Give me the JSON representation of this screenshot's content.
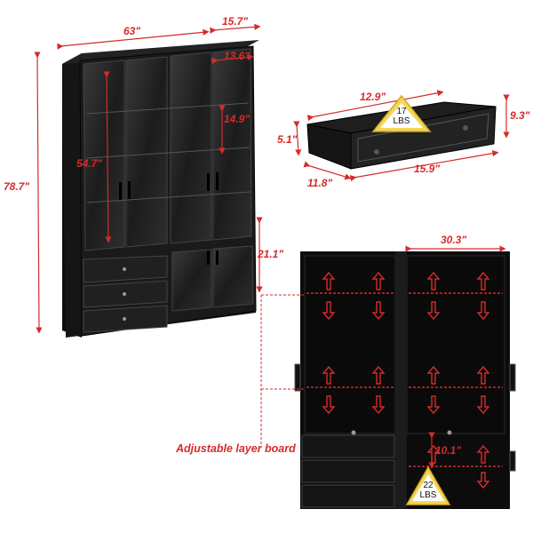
{
  "dimensions": {
    "width": "63\"",
    "depth": "15.7\"",
    "height": "78.7\"",
    "inner_depth": "13.6\"",
    "door_height": "54.7\"",
    "shelf_gap": "14.9\"",
    "lower_cabinet_height": "21.1\"",
    "drawer_inner_width": "12.9\"",
    "drawer_height": "9.3\"",
    "drawer_inner_height": "5.1\"",
    "drawer_depth": "11.8\"",
    "drawer_width": "15.9\"",
    "interior_width": "30.3\"",
    "drawer_gap": "10.1\""
  },
  "drawer_load": {
    "value": "17",
    "unit": "LBS"
  },
  "base_load": {
    "value": "22",
    "unit": "LBS"
  },
  "caption": "Adjustable layer board",
  "colors": {
    "accent": "#d42b2b",
    "cabinet": "#141414",
    "badge": "#f2d75a"
  }
}
